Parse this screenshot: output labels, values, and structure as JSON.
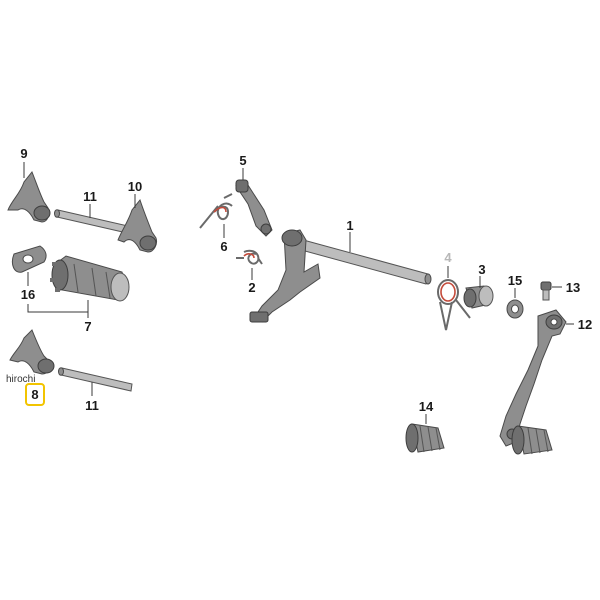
{
  "watermark": "hirochi",
  "highlighted_part": "8",
  "callouts": [
    {
      "id": "c1",
      "label": "1"
    },
    {
      "id": "c2",
      "label": "2"
    },
    {
      "id": "c3",
      "label": "3"
    },
    {
      "id": "c4",
      "label": "4",
      "faded": true
    },
    {
      "id": "c5",
      "label": "5"
    },
    {
      "id": "c6",
      "label": "6"
    },
    {
      "id": "c7",
      "label": "7"
    },
    {
      "id": "c8",
      "label": "8",
      "highlighted": true
    },
    {
      "id": "c9",
      "label": "9"
    },
    {
      "id": "c10",
      "label": "10"
    },
    {
      "id": "c11a",
      "label": "11"
    },
    {
      "id": "c11b",
      "label": "11"
    },
    {
      "id": "c12",
      "label": "12"
    },
    {
      "id": "c13",
      "label": "13"
    },
    {
      "id": "c14",
      "label": "14"
    },
    {
      "id": "c15",
      "label": "15"
    },
    {
      "id": "c16",
      "label": "16"
    }
  ],
  "colors": {
    "part_fill": "#8e8e8e",
    "highlight": "#f2c400",
    "faded_label": "#b8b8b8",
    "spring_accent": "#c44a3a"
  }
}
